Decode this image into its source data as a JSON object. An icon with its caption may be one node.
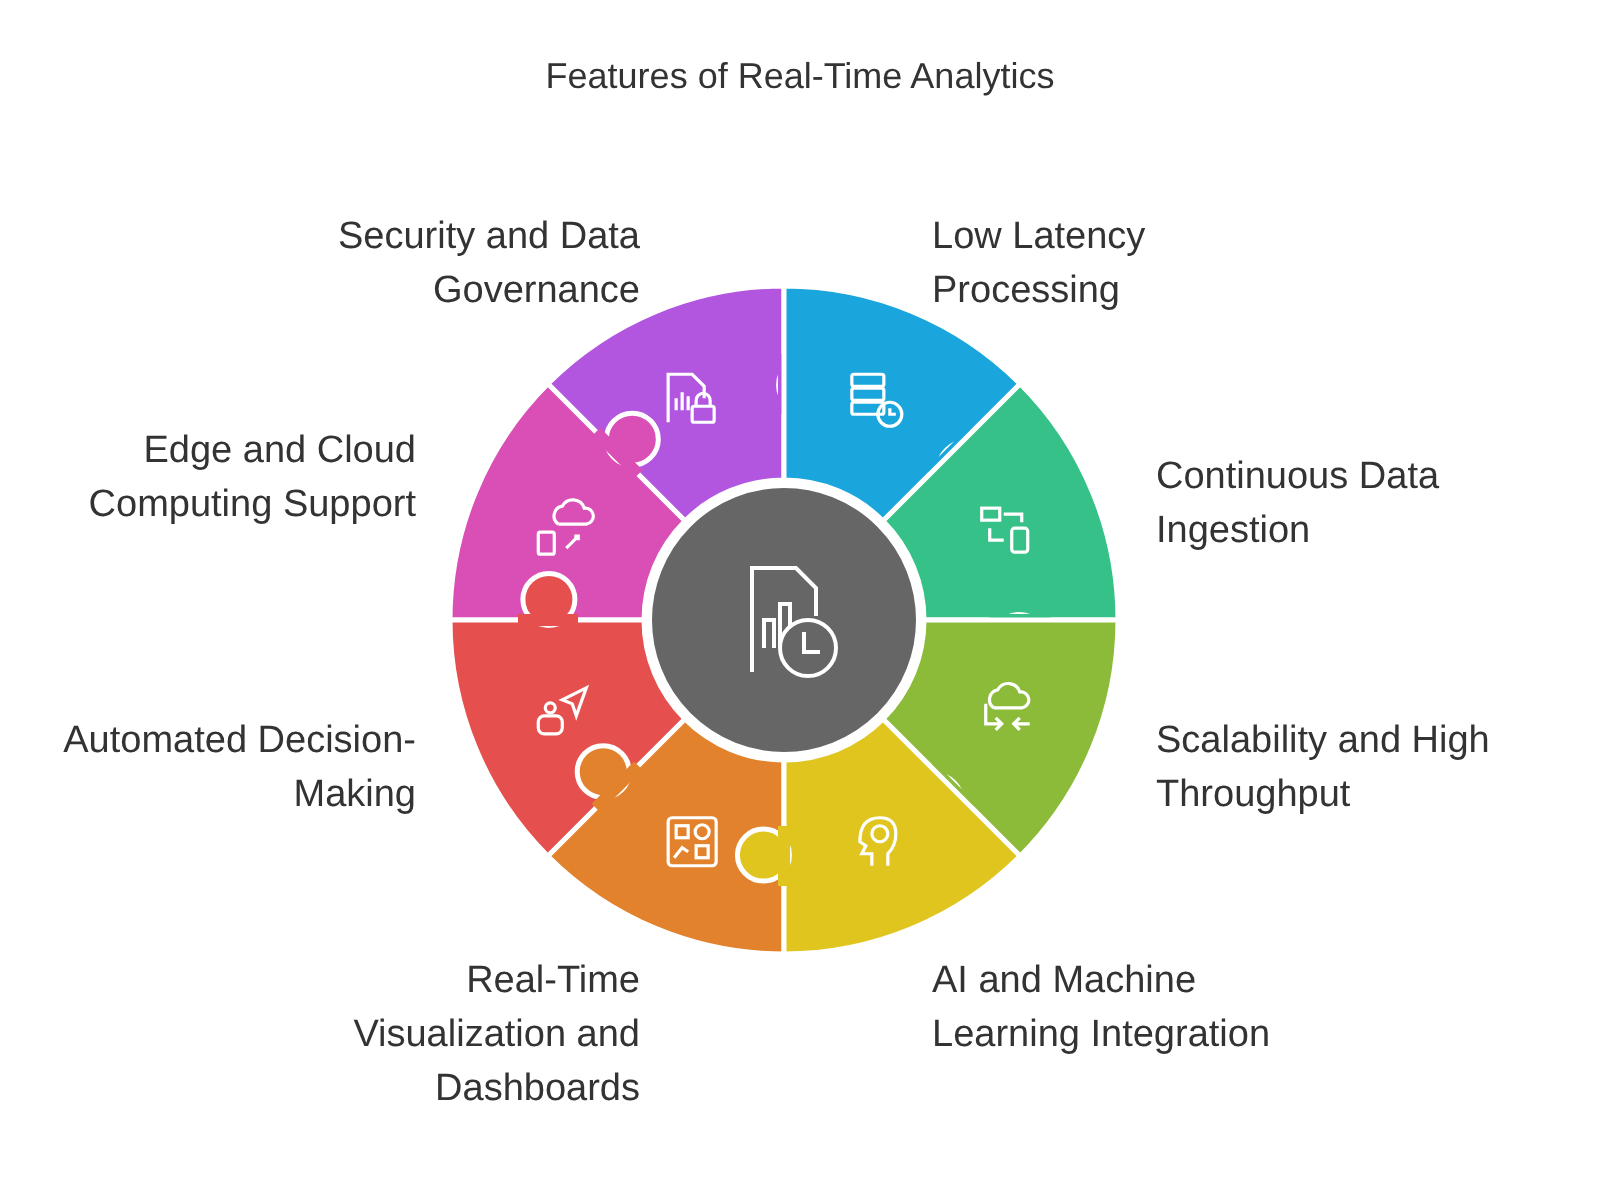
{
  "diagram": {
    "title": "Features of Real-Time Analytics",
    "nodes": [
      {
        "text": [
          "Security and Data Governance"
        ]
      },
      {
        "text": [
          "Low Latency Processing"
        ]
      },
      {
        "text": [
          "Edge and Cloud Computing Support"
        ]
      },
      {
        "text": [
          "Continuous Data Ingestion"
        ]
      },
      {
        "text": [
          "Automated Decision-Making"
        ]
      },
      {
        "text": [
          "Scalability and High Throughput"
        ]
      },
      {
        "text": [
          "Real-Time Visualization and Dashboards"
        ]
      },
      {
        "text": [
          "AI and Machine Learning Integration"
        ]
      },
      {
        "text": [],
        "shape": "circle"
      }
    ]
  }
}
